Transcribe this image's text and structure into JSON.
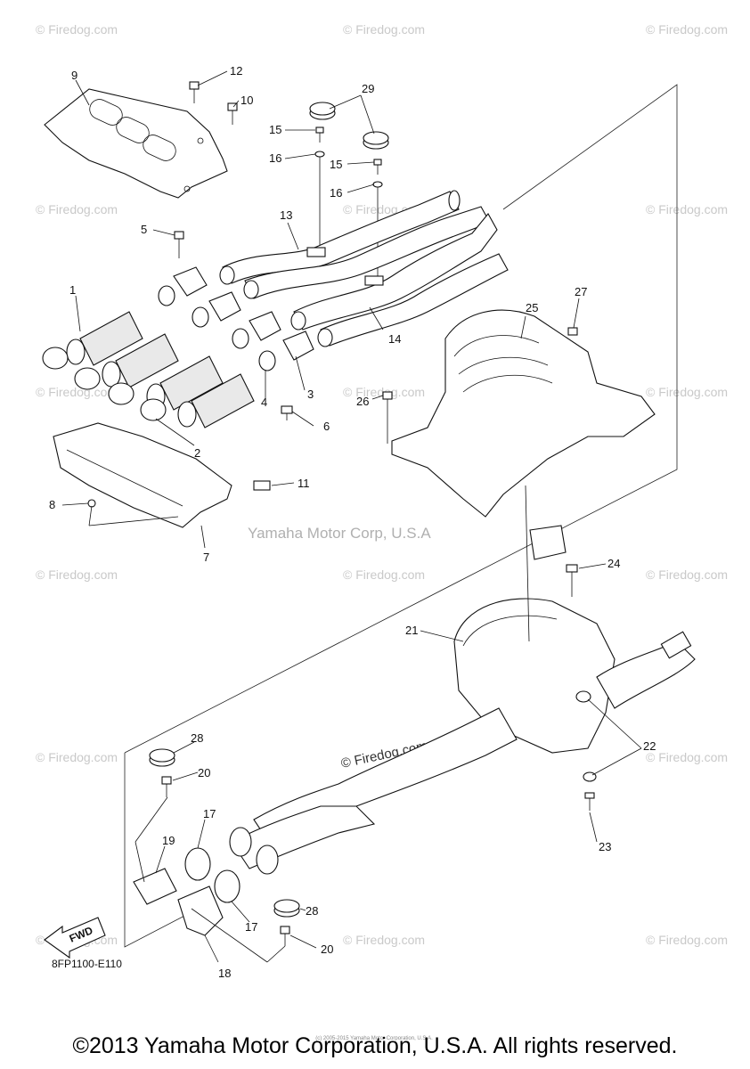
{
  "watermark_corner": "© Firedog.com",
  "center_watermark": "Yamaha Motor Corp, U.S.A",
  "mid_watermark": "© Firedog.com",
  "diagram_code": "8FP1100-E110",
  "fwd_label": "FWD",
  "copyright": "©2013 Yamaha Motor Corporation, U.S.A. All rights reserved.",
  "tiny_note": "(c) 2005-2015 Yamaha Motor Corporation, U.S.A.",
  "callouts": {
    "c1": "1",
    "c2": "2",
    "c3": "3",
    "c4": "4",
    "c5": "5",
    "c6": "6",
    "c7": "7",
    "c8": "8",
    "c9": "9",
    "c10": "10",
    "c11": "11",
    "c12": "12",
    "c13": "13",
    "c14": "14",
    "c15a": "15",
    "c15b": "15",
    "c16a": "16",
    "c16b": "16",
    "c17a": "17",
    "c17b": "17",
    "c18": "18",
    "c19": "19",
    "c20a": "20",
    "c20b": "20",
    "c21": "21",
    "c22": "22",
    "c23": "23",
    "c24": "24",
    "c25": "25",
    "c26": "26",
    "c27": "27",
    "c28a": "28",
    "c28b": "28",
    "c29": "29"
  }
}
